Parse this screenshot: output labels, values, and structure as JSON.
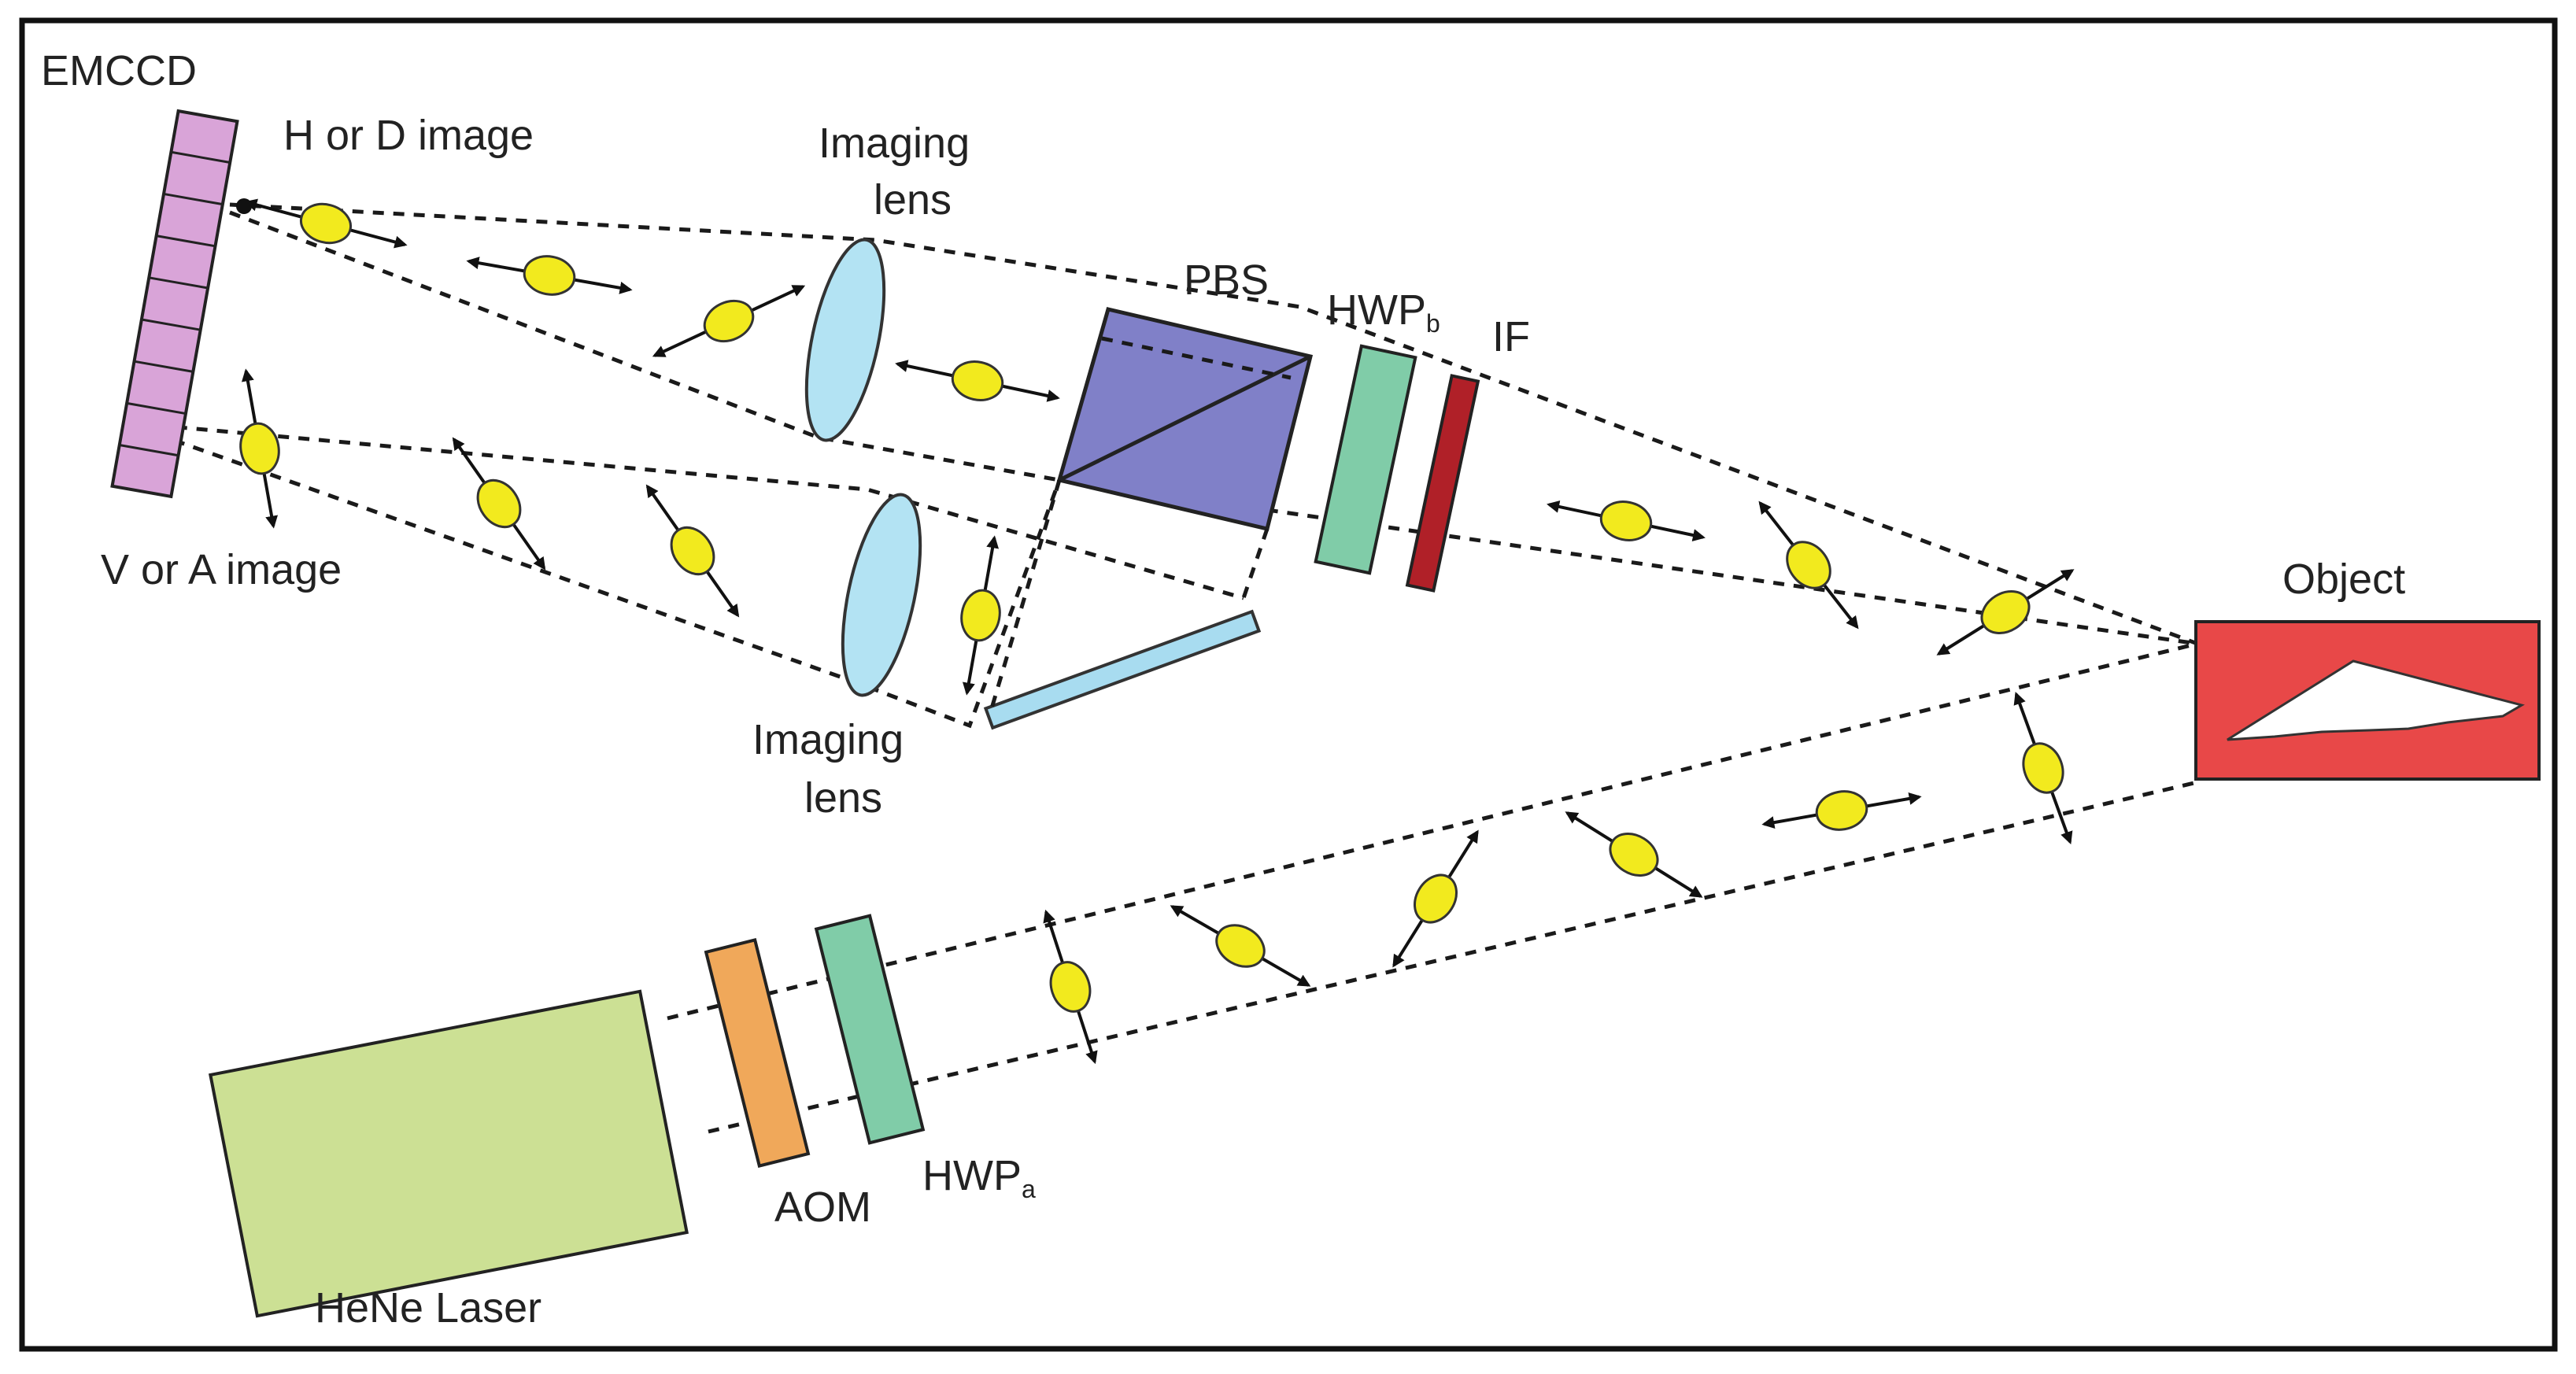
{
  "labels": {
    "emccd": "EMCCD",
    "h_or_d_image": "H or D image",
    "v_or_a_image": "V or A image",
    "imaging_lens_top_line1": "Imaging",
    "imaging_lens_top_line2": "lens",
    "imaging_lens_bottom_line1": "Imaging",
    "imaging_lens_bottom_line2": "lens",
    "pbs": "PBS",
    "hwp_b_main": "HWP",
    "hwp_b_sub": "b",
    "if_filter": "IF",
    "object": "Object",
    "hene_laser": "HeNe Laser",
    "aom": "AOM",
    "hwp_a_main": "HWP",
    "hwp_a_sub": "a"
  },
  "colors": {
    "emccd": "#d9a4d8",
    "lens": "#b3e3f3",
    "pbs": "#8080c8",
    "hwp": "#80cca8",
    "if_filter": "#b02028",
    "object": "#e84848",
    "laser": "#cce094",
    "aom": "#f0a85a",
    "mirror": "#a8dcf0",
    "polarization_marker": "#f2ea1e"
  },
  "polarization_marker_count": 18
}
